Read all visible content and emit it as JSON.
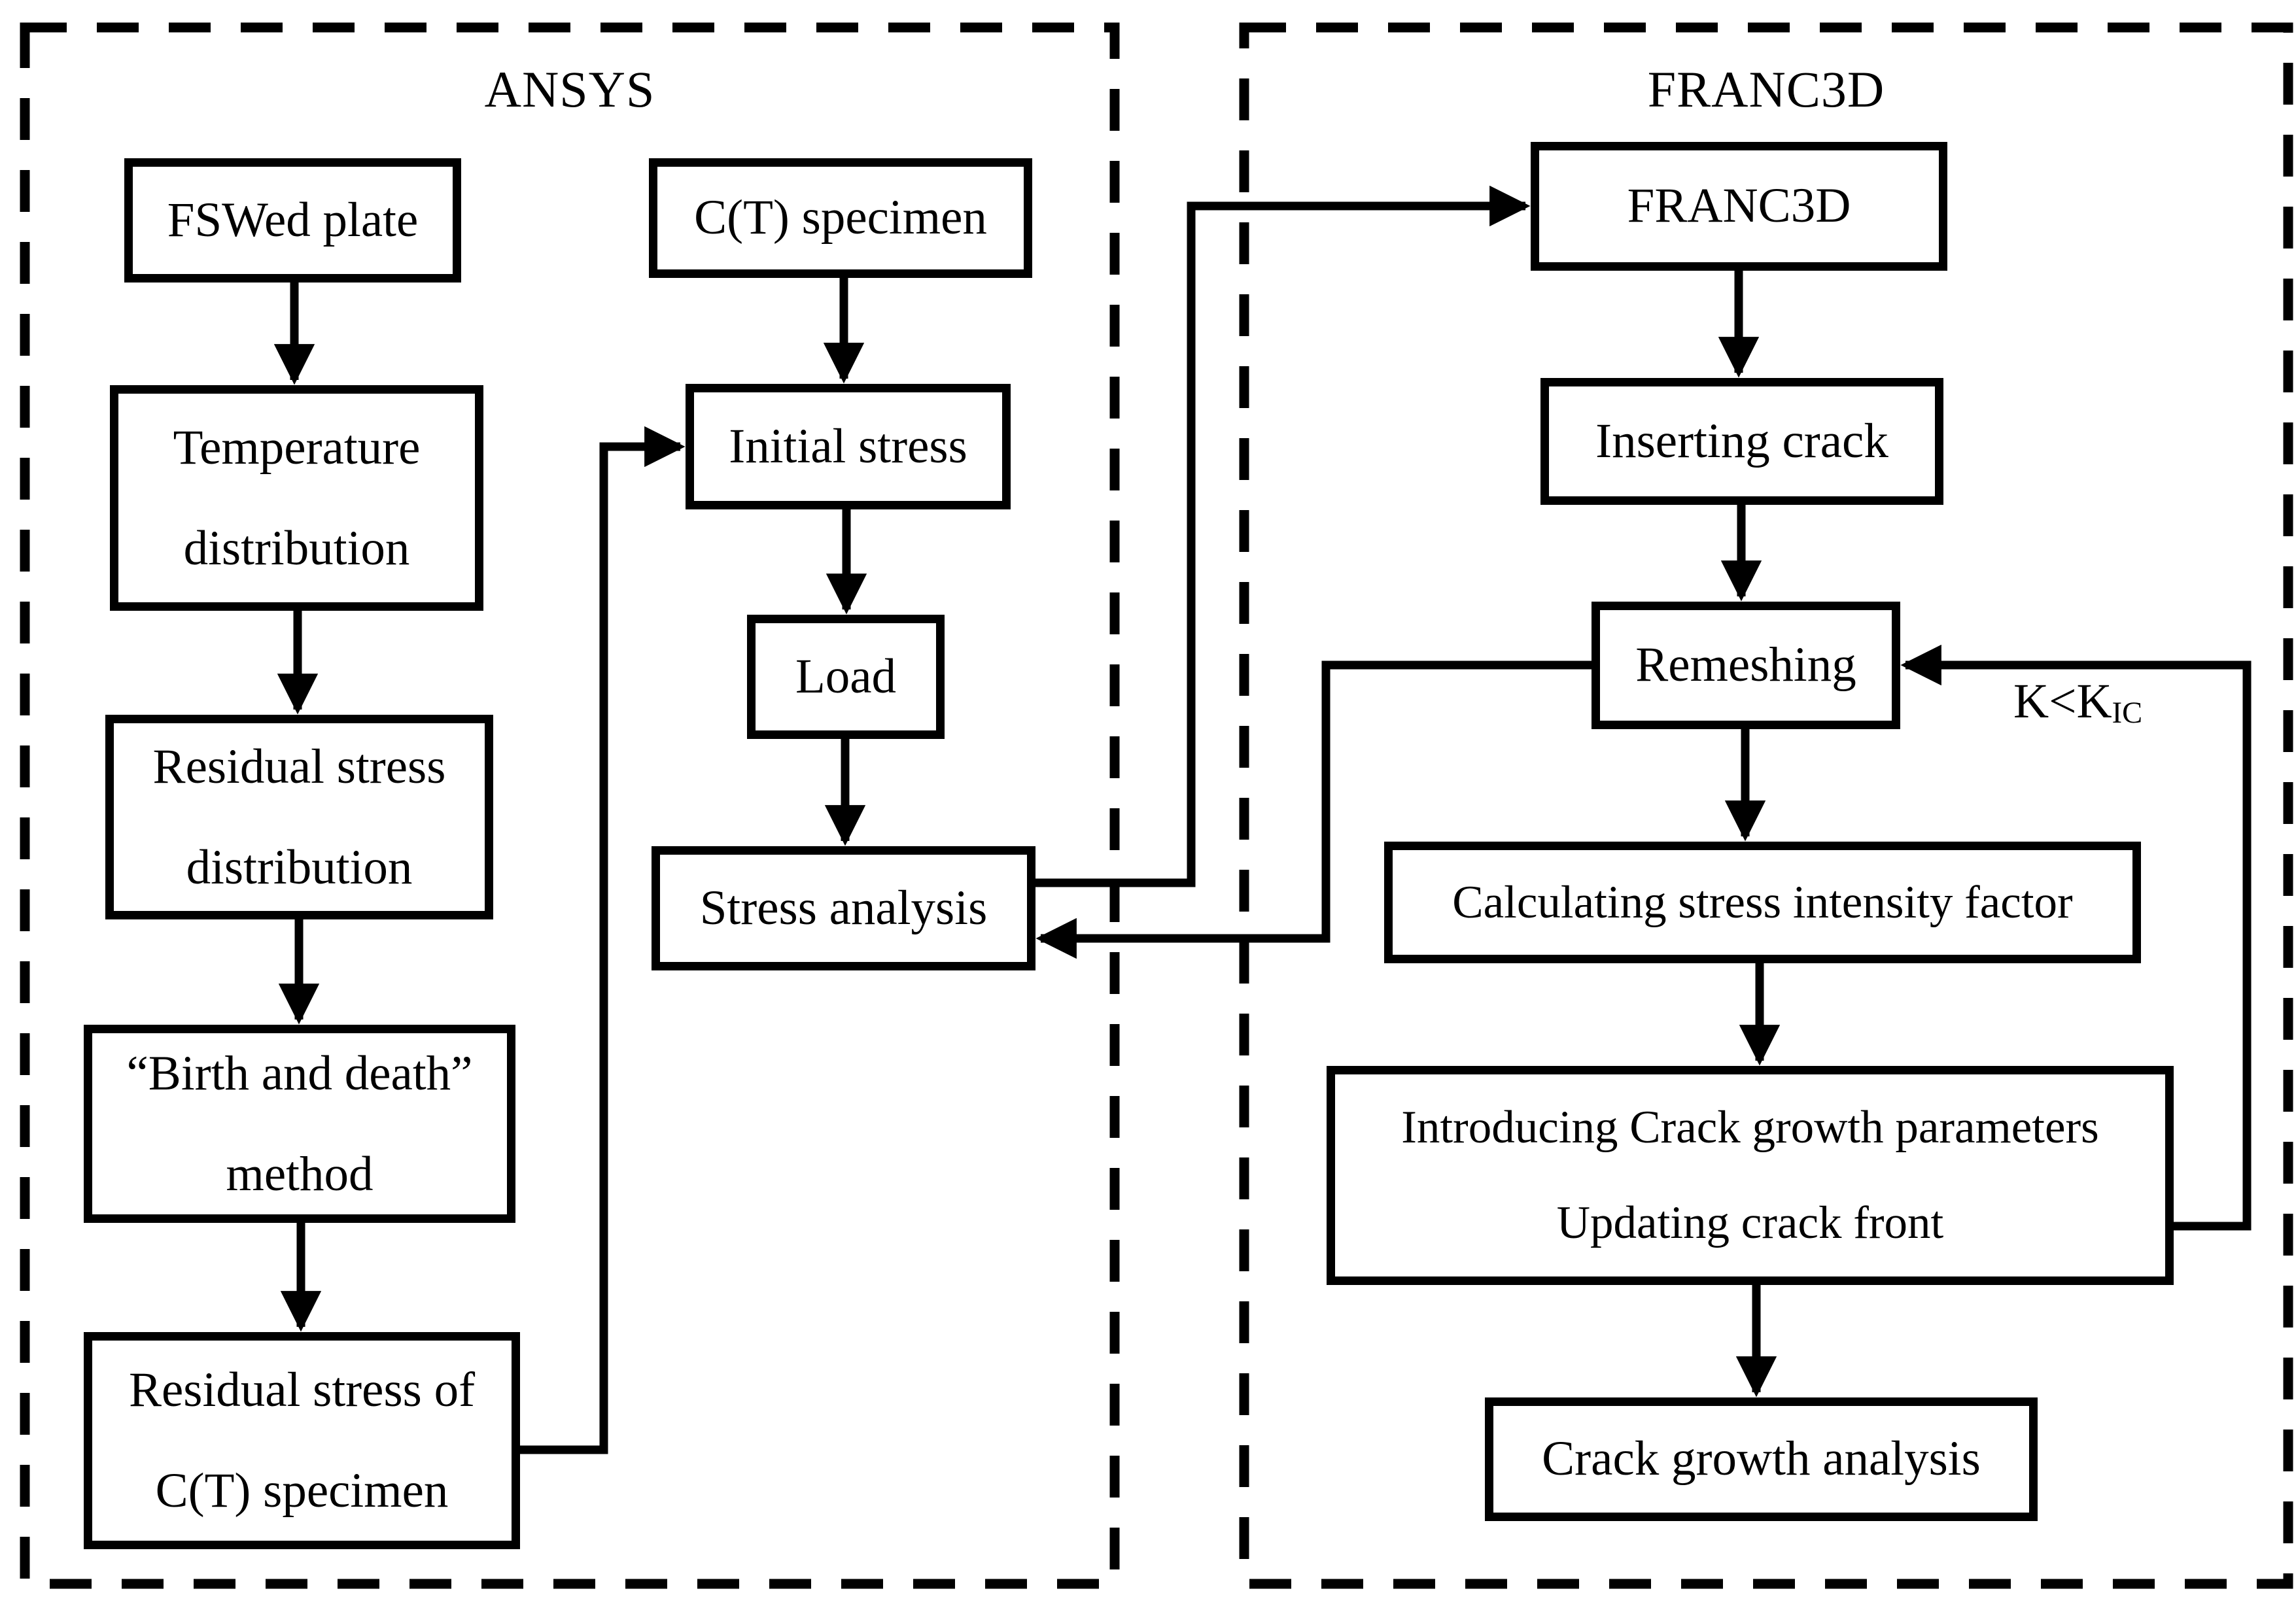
{
  "regions": {
    "ansys": {
      "title": "ANSYS"
    },
    "franc3d": {
      "title": "FRANC3D"
    }
  },
  "nodes": {
    "fswed_plate": {
      "lines": [
        "FSWed plate"
      ]
    },
    "temperature_distribution": {
      "lines": [
        "Temperature",
        "distribution"
      ]
    },
    "residual_stress_distribution": {
      "lines": [
        "Residual stress",
        "distribution"
      ]
    },
    "birth_death_method": {
      "lines": [
        "“Birth and death”",
        "method"
      ]
    },
    "residual_stress_ct": {
      "lines": [
        "Residual stress of",
        "C(T) specimen"
      ]
    },
    "ct_specimen": {
      "lines": [
        "C(T) specimen"
      ]
    },
    "initial_stress": {
      "lines": [
        "Initial stress"
      ]
    },
    "load": {
      "lines": [
        "Load"
      ]
    },
    "stress_analysis": {
      "lines": [
        "Stress analysis"
      ]
    },
    "franc3d_box": {
      "lines": [
        "FRANC3D"
      ]
    },
    "inserting_crack": {
      "lines": [
        "Inserting crack"
      ]
    },
    "remeshing": {
      "lines": [
        "Remeshing"
      ]
    },
    "calculating_sif": {
      "lines": [
        "Calculating stress intensity factor"
      ]
    },
    "crack_growth_params": {
      "lines": [
        "Introducing Crack growth parameters",
        "Updating crack front"
      ]
    },
    "crack_growth_analysis": {
      "lines": [
        "Crack growth analysis"
      ]
    }
  },
  "annotations": {
    "k_condition": {
      "text": "K<K",
      "subscript": "IC"
    }
  },
  "colors": {
    "ink": "#000000",
    "background": "#ffffff"
  }
}
